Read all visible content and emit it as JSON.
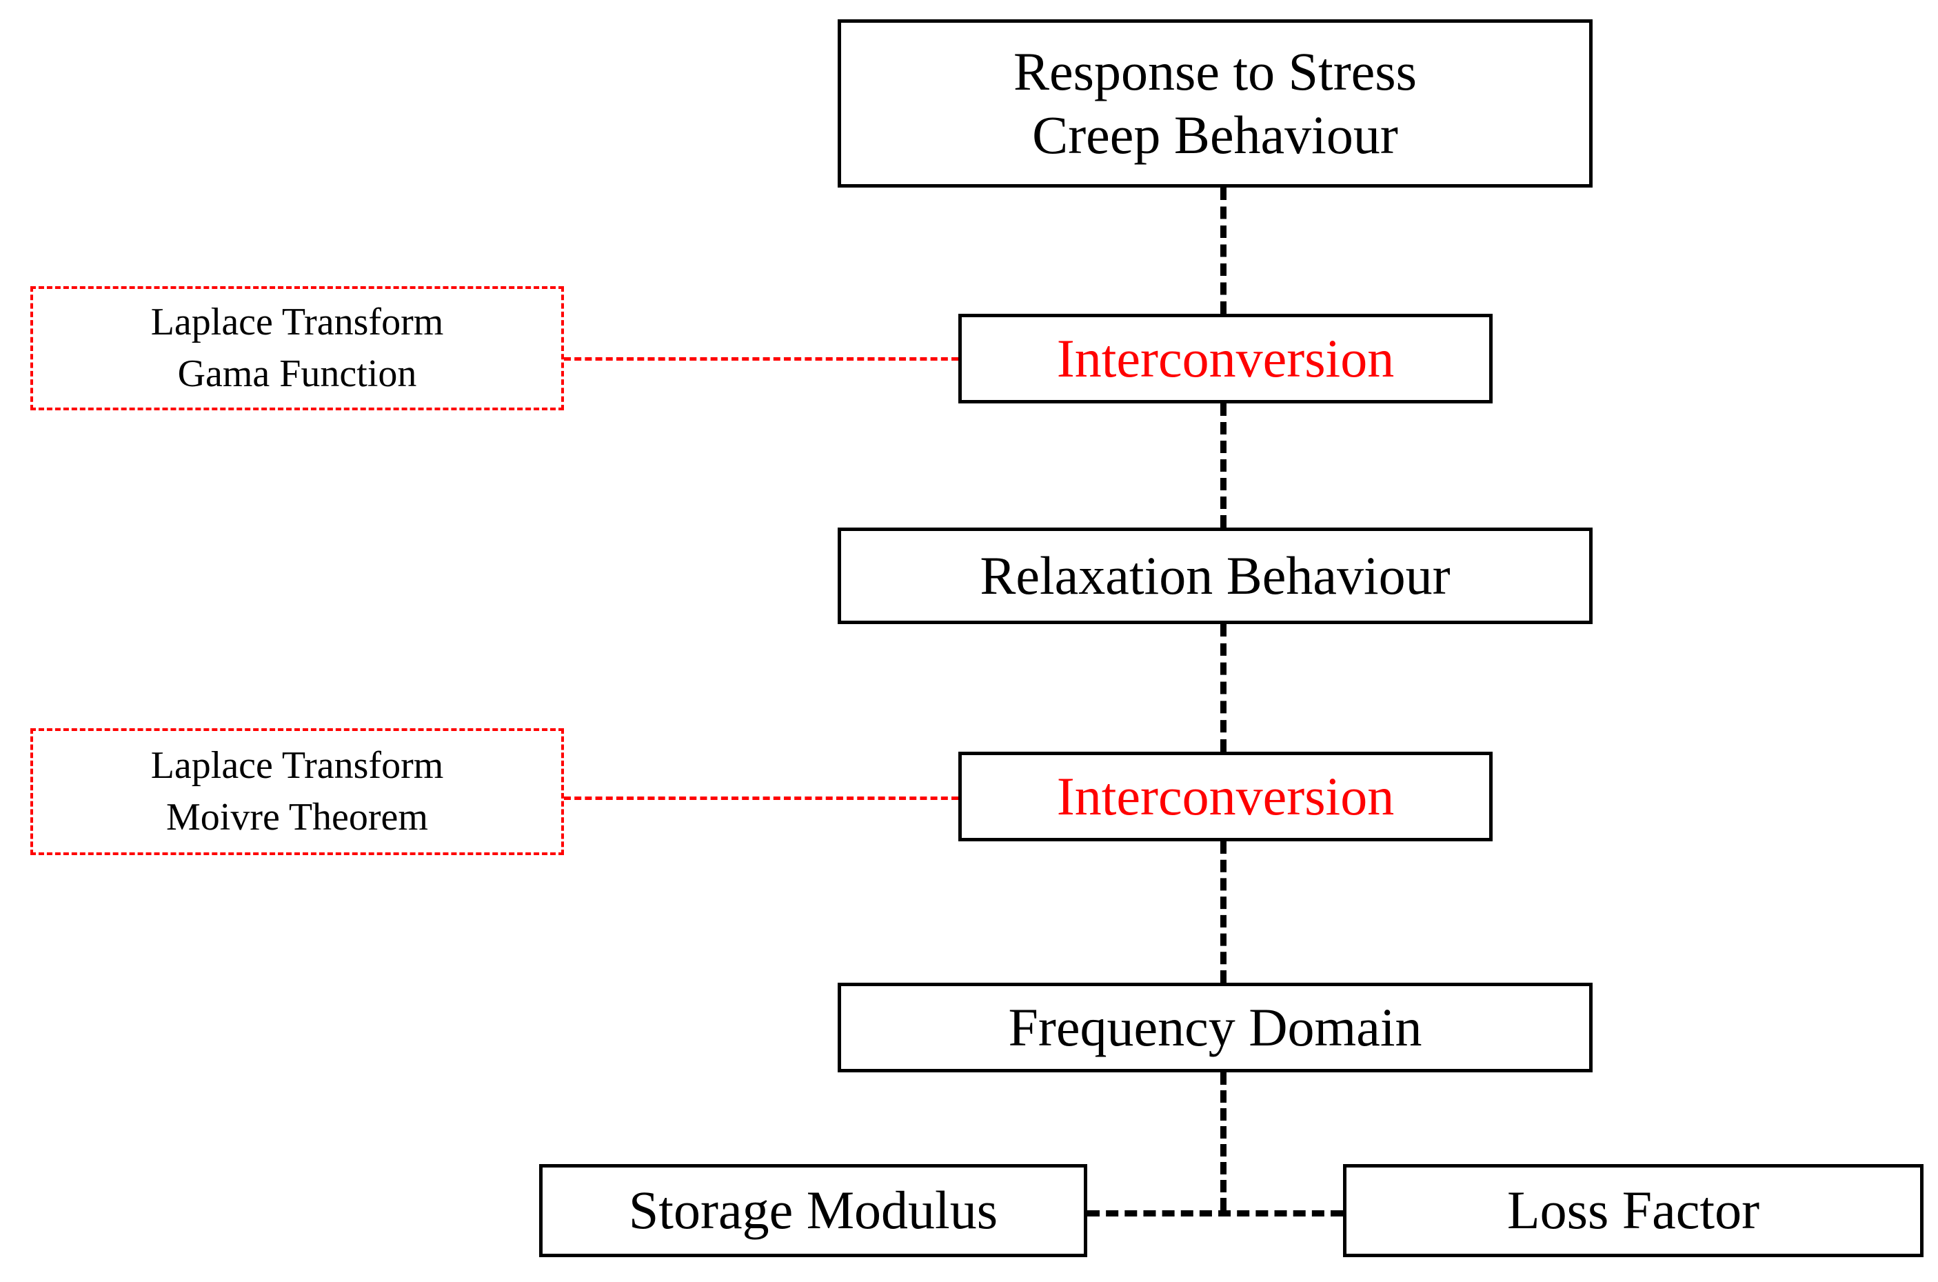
{
  "diagram": {
    "title_absent": true,
    "colors": {
      "accent_red": "#ff0000",
      "line_black": "#000000",
      "background": "#ffffff"
    },
    "nodes": {
      "response_to_stress": "Response to Stress\nCreep Behaviour",
      "interconversion_1": "Interconversion",
      "relaxation_behaviour": "Relaxation Behaviour",
      "interconversion_2": "Interconversion",
      "frequency_domain": "Frequency Domain",
      "storage_modulus": "Storage Modulus",
      "loss_factor": "Loss Factor"
    },
    "annotations": {
      "laplace_gama": "Laplace Transform\nGama Function",
      "laplace_moivre": "Laplace Transform\nMoivre Theorem"
    }
  }
}
